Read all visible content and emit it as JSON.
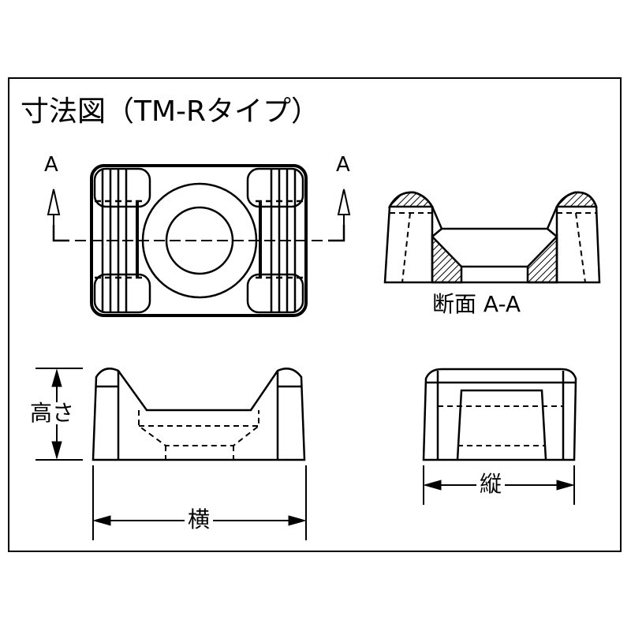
{
  "title": "寸法図（TM-Rタイプ）",
  "section_marks": {
    "left": "A",
    "right": "A"
  },
  "section_caption": "断面 A-A",
  "dimensions": {
    "height": "高さ",
    "width": "横",
    "depth": "縦"
  }
}
